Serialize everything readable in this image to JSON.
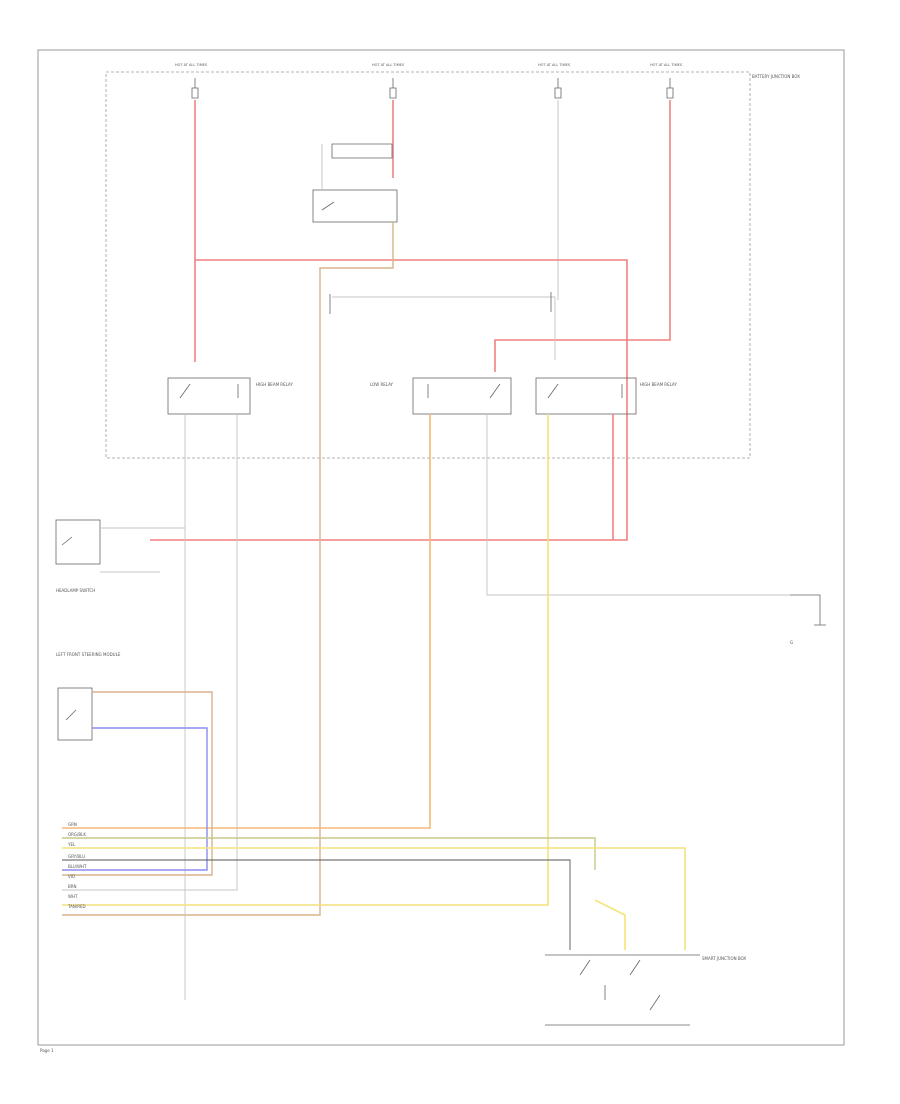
{
  "fuses": [
    {
      "label": "HOT AT ALL TIMES"
    },
    {
      "label": "HOT AT ALL TIMES"
    },
    {
      "label": "HOT AT ALL TIMES"
    },
    {
      "label": "HOT AT ALL TIMES"
    }
  ],
  "box_label": "BATTERY JUNCTION BOX",
  "relays": {
    "left": "HIGH BEAM RELAY",
    "middle": "LOW RELAY",
    "right": "HIGH BEAM RELAY"
  },
  "components": {
    "headlamp_switch": "HEADLAMP SWITCH",
    "left_module": "LEFT FRONT STEERING MODULE",
    "right_ground": "G",
    "bottom_right": "SMART JUNCTION BOX"
  },
  "wire_labels": [
    "GRN",
    "ORG/BLK",
    "YEL",
    "GRY/BLU",
    "BLU/WHT",
    "VIO",
    "BRN",
    "WHT",
    "TAN/RED"
  ],
  "page_ref": "Page 1"
}
